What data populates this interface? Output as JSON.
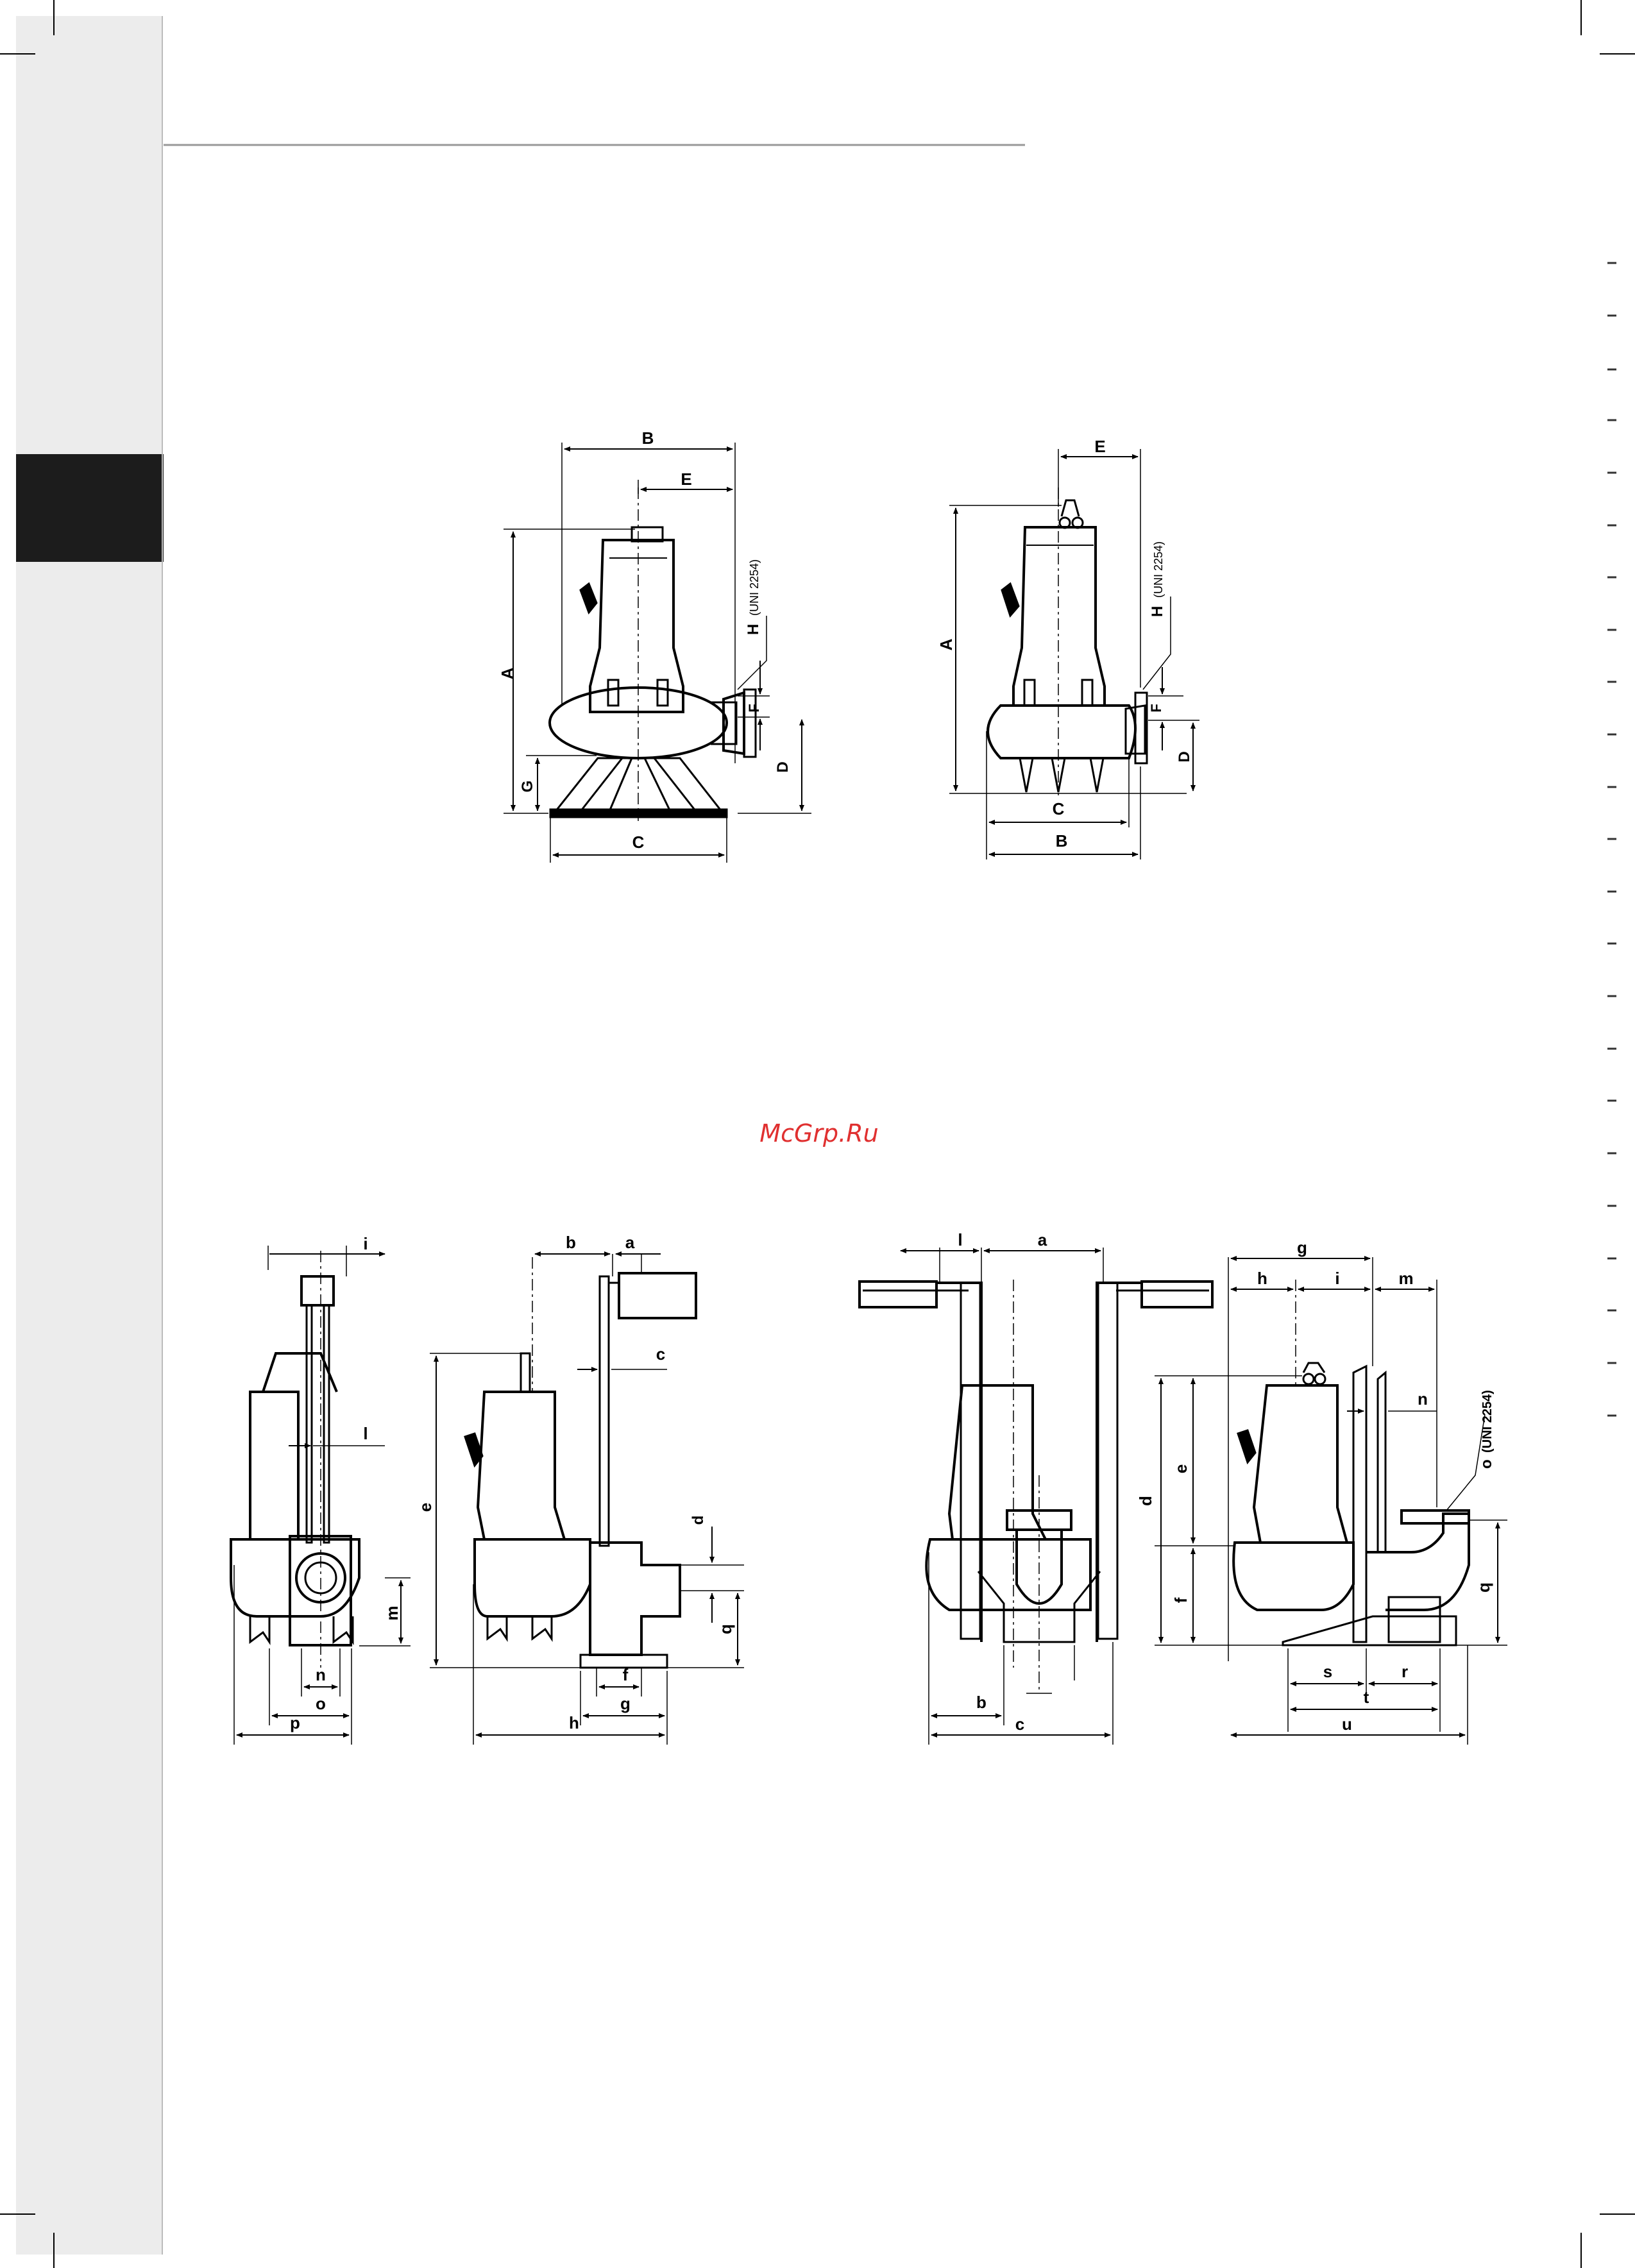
{
  "watermark": "McGrp.Ru",
  "colors": {
    "ink": "#000000",
    "tab": "#1c1c1c",
    "margin": "#ececec",
    "watermark": "#e03030"
  },
  "fig1": {
    "A": "A",
    "B": "B",
    "C": "C",
    "D": "D",
    "E": "E",
    "F": "F",
    "G": "G",
    "H": "H",
    "uni": "(UNI 2254)"
  },
  "fig2": {
    "A": "A",
    "B": "B",
    "C": "C",
    "D": "D",
    "E": "E",
    "F": "F",
    "H": "H",
    "uni": "(UNI 2254)"
  },
  "fig3": {
    "i": "i",
    "l": "l",
    "m": "m",
    "n": "n",
    "o": "o",
    "p": "p",
    "b": "b",
    "a": "a",
    "c": "c",
    "d": "d",
    "e": "e",
    "q": "q",
    "f": "f",
    "g": "g",
    "h": "h"
  },
  "fig4": {
    "l": "l",
    "a": "a",
    "b": "b",
    "c": "c",
    "d": "d",
    "e": "e",
    "f": "f",
    "g": "g",
    "h": "h",
    "i": "i",
    "m": "m",
    "n": "n",
    "o": "o",
    "uni": "(UNI 2254)",
    "q": "q",
    "s": "s",
    "r": "r",
    "t": "t",
    "u": "u"
  }
}
